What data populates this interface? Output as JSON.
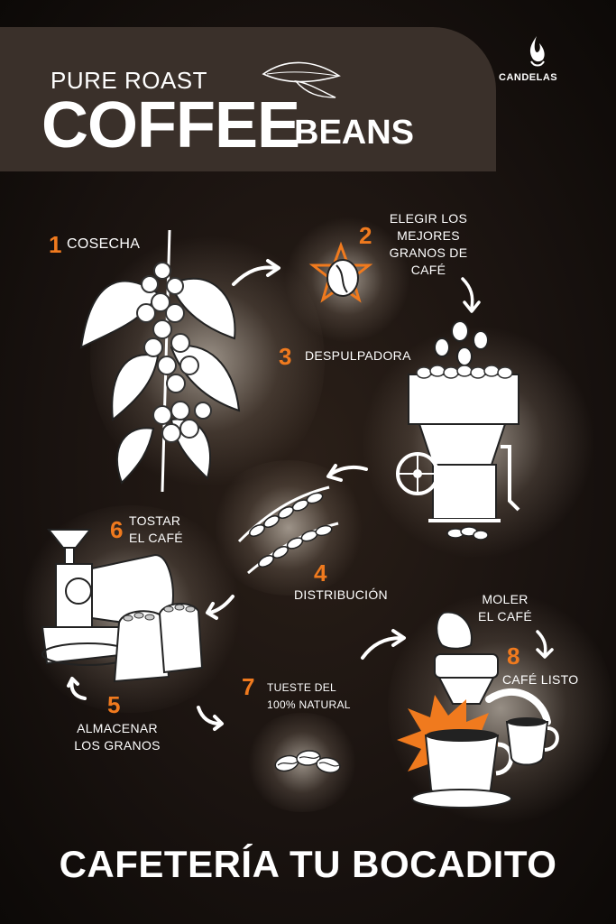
{
  "header": {
    "pre_title": "PURE ROAST",
    "title": "COFFEE",
    "title_suffix": "BEANS"
  },
  "brand": {
    "name": "CANDELAS",
    "icon": "flame-icon"
  },
  "steps": [
    {
      "number": "1",
      "label": "COSECHA"
    },
    {
      "number": "2",
      "label_lines": [
        "ELEGIR LOS",
        "MEJORES",
        "GRANOS DE",
        "CAFÉ"
      ]
    },
    {
      "number": "3",
      "label": "DESPULPADORA"
    },
    {
      "number": "4",
      "label": "DISTRIBUCIÓN"
    },
    {
      "number": "5",
      "label_lines": [
        "ALMACENAR",
        "LOS GRANOS"
      ]
    },
    {
      "number": "6",
      "label_lines": [
        "TOSTAR",
        "EL CAFÉ"
      ]
    },
    {
      "number": "7",
      "label_lines": [
        "TUESTE DEL",
        "100% NATURAL"
      ]
    },
    {
      "number": "8",
      "label": "CAFÉ LISTO"
    }
  ],
  "grind_step": {
    "label_lines": [
      "MOLER",
      "EL CAFÉ"
    ]
  },
  "footer": {
    "title": "CAFETERÍA TU BOCADITO"
  },
  "colors": {
    "accent": "#f07a1e",
    "background": "#1a1310",
    "header_panel": "#3a302a",
    "text": "#ffffff"
  }
}
